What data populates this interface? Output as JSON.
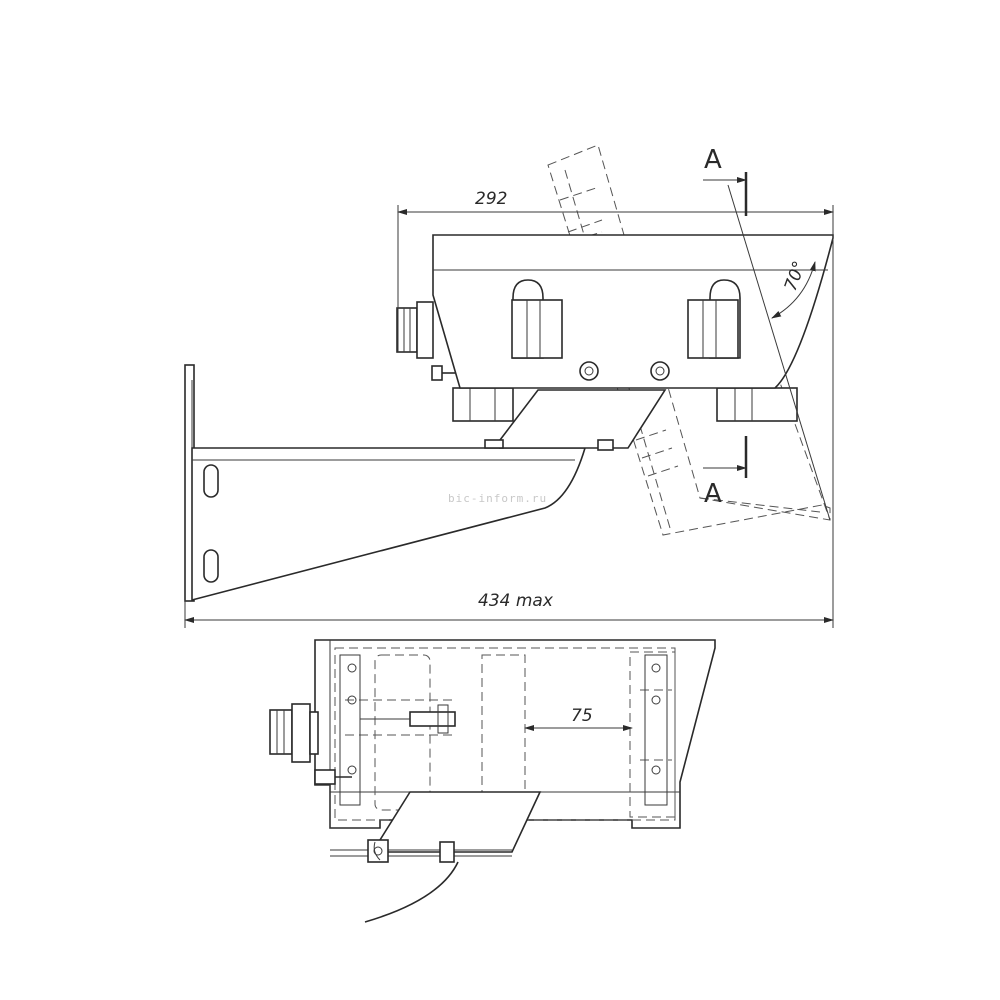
{
  "dimensions": {
    "width_top": "292",
    "length_overall": "434 max",
    "tilt_angle": "70°",
    "bracket_offset": "75"
  },
  "section_markers": {
    "upper": "A",
    "lower": "A"
  },
  "watermark": "bic-inform.ru"
}
